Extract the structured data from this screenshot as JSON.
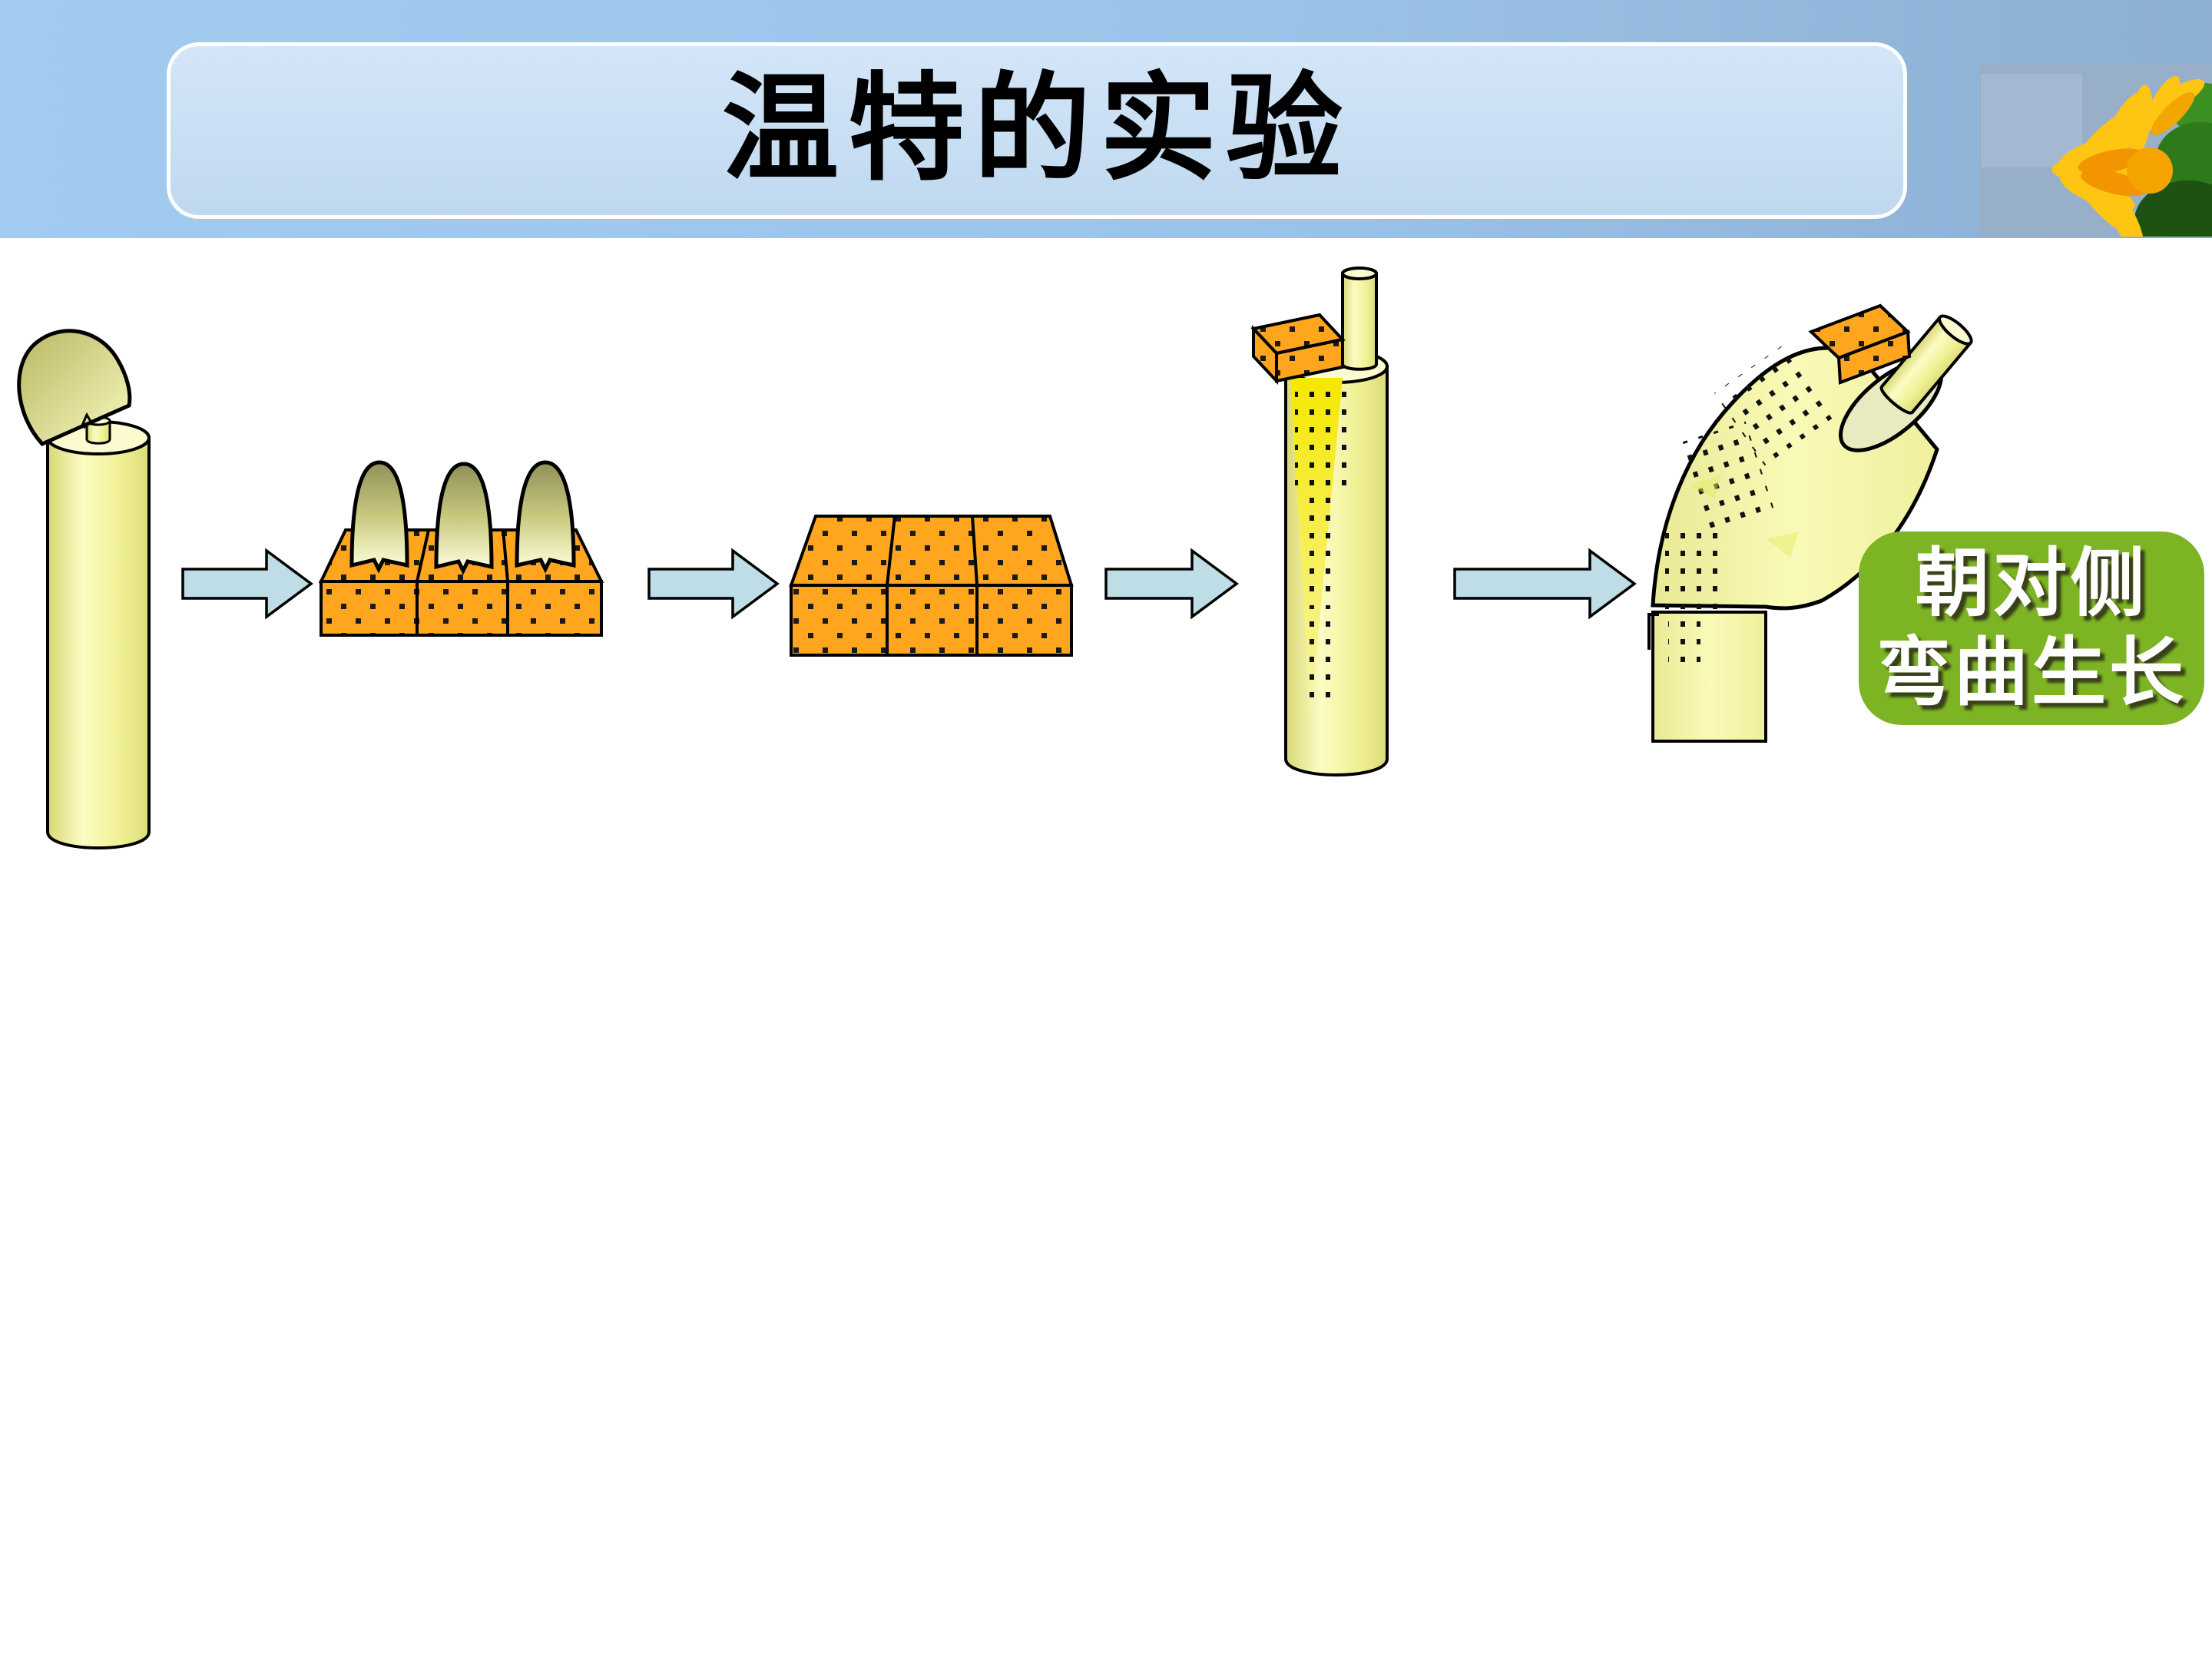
{
  "header": {
    "title": "温特的实验",
    "strip_color_left": "#A2CBF0",
    "strip_color_right": "#8CAFD3",
    "box_fill_top": "#D4E6F8",
    "box_fill_bottom": "#BFD8EF",
    "title_color": "#000000"
  },
  "decoration": {
    "flower_icon": "sunflower-photo",
    "sky_color": "#97AFC9",
    "petal_color": "#FFC513",
    "petal_deep_color": "#F29500",
    "leaf_color": "#2E7A1B"
  },
  "diagram": {
    "arrow_color": "#BFDDE6",
    "agar_color": "#FFA51E",
    "coleoptile_fill": "#F2F29C",
    "tip_dark_color": "#90905A",
    "auxin_streak_color": "#F6E800",
    "outline_color": "#000000",
    "figures": [
      "coleoptile-tip-excised",
      "tips-on-agar-blocks",
      "agar-blocks",
      "agar-block-on-decapitated-coleoptile",
      "coleoptile-bending-to-opposite-side"
    ]
  },
  "label": {
    "line1": "朝对侧",
    "line2": "弯曲生长",
    "background_color": "#7DB424",
    "text_color": "#FFFFFF"
  }
}
